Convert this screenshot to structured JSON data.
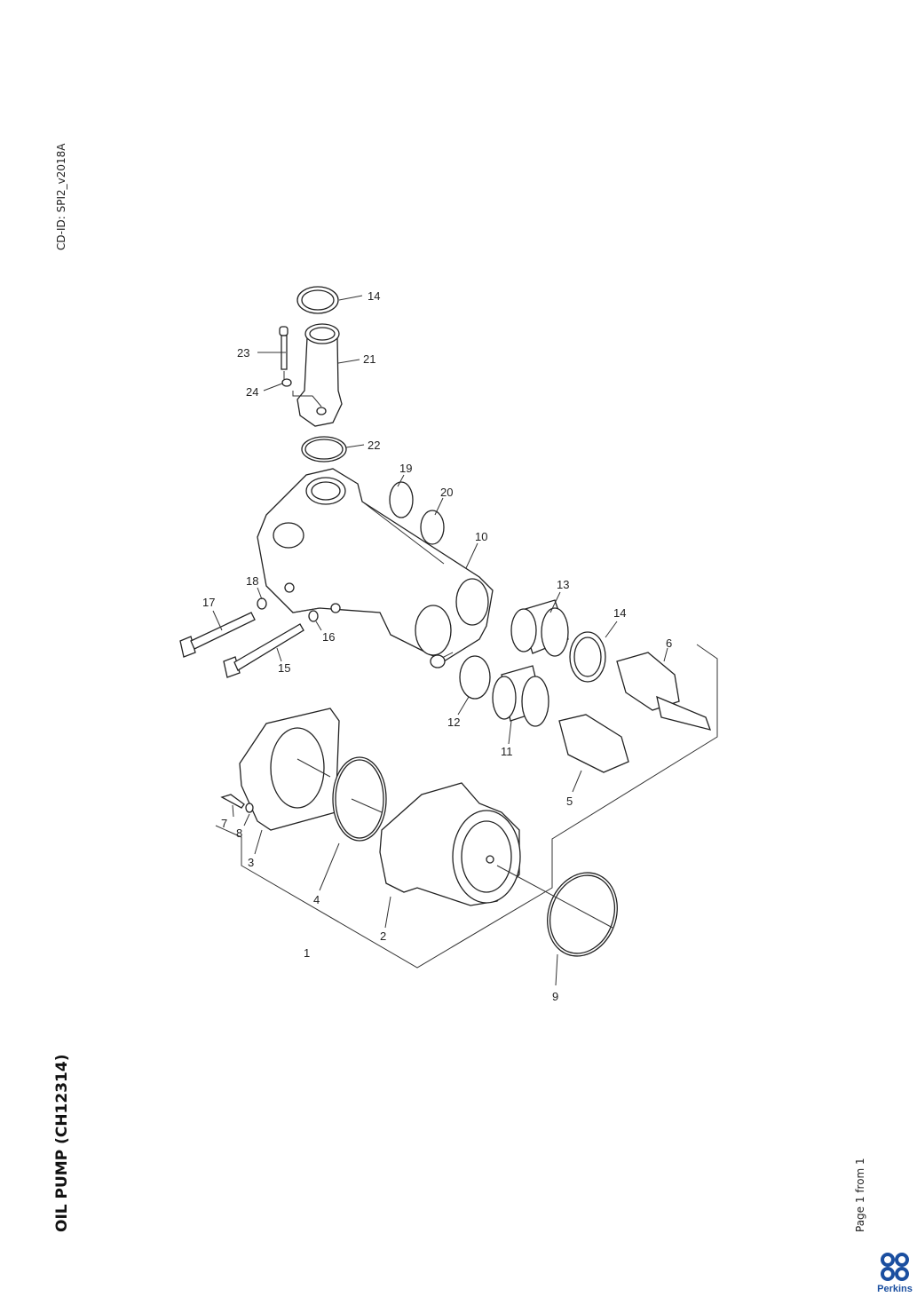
{
  "document": {
    "cd_id": "CD-ID: SPI2_v2018A",
    "title": "OIL PUMP (CH12314)",
    "page_info": "Page 1 from 1",
    "brand": "Perkins",
    "brand_color": "#1b4fa0"
  },
  "callouts": {
    "c14a": "14",
    "c23": "23",
    "c21": "21",
    "c24": "24",
    "c22": "22",
    "c19": "19",
    "c20": "20",
    "c10": "10",
    "c13": "13",
    "c18": "18",
    "c17": "17",
    "c14b": "14",
    "c6": "6",
    "c16": "16",
    "c15": "15",
    "c12": "12",
    "c11": "11",
    "c5": "5",
    "c7": "7",
    "c8": "8",
    "c3": "3",
    "c4": "4",
    "c2": "2",
    "c1": "1",
    "c9": "9"
  }
}
